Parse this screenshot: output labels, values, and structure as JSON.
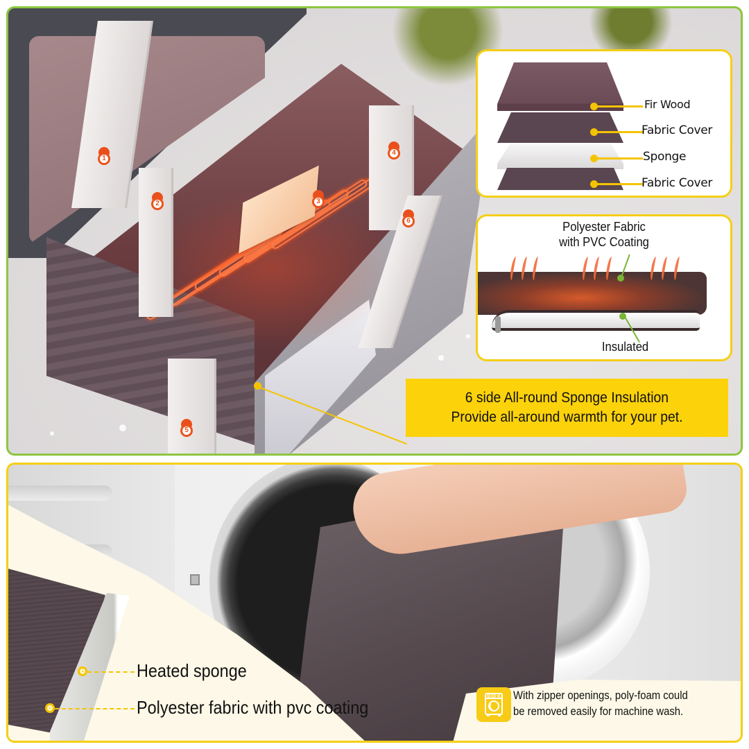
{
  "top_panel": {
    "border_color": "#8cc63f",
    "insulation_panels": [
      {
        "number": "1",
        "icon": "flame-icon"
      },
      {
        "number": "2",
        "icon": "flame-icon"
      },
      {
        "number": "3",
        "icon": "flame-icon"
      },
      {
        "number": "4",
        "icon": "flame-icon"
      },
      {
        "number": "5",
        "icon": "flame-icon"
      },
      {
        "number": "6",
        "icon": "flame-icon"
      }
    ],
    "layers_card": {
      "border_color": "#f5cf14",
      "layers": [
        {
          "label": "Fir Wood"
        },
        {
          "label": "Fabric Cover"
        },
        {
          "label": "Sponge"
        },
        {
          "label": "Fabric Cover"
        }
      ]
    },
    "fabric_card": {
      "title_line1": "Polyester Fabric",
      "title_line2": "with PVC Coating",
      "bottom_label": "Insulated"
    },
    "banner": {
      "line1": "6 side All-round Sponge Insulation",
      "line2": "Provide all-around warmth for your pet.",
      "background": "#fcd20b"
    }
  },
  "bottom_panel": {
    "border_color": "#f5cf14",
    "callouts": [
      {
        "label": "Heated sponge"
      },
      {
        "label": "Polyester fabric with pvc coating"
      }
    ],
    "wash_note": {
      "icon": "washing-machine-icon",
      "line1": "With zipper openings, poly-foam could",
      "line2": "be removed easily for machine wash."
    }
  }
}
